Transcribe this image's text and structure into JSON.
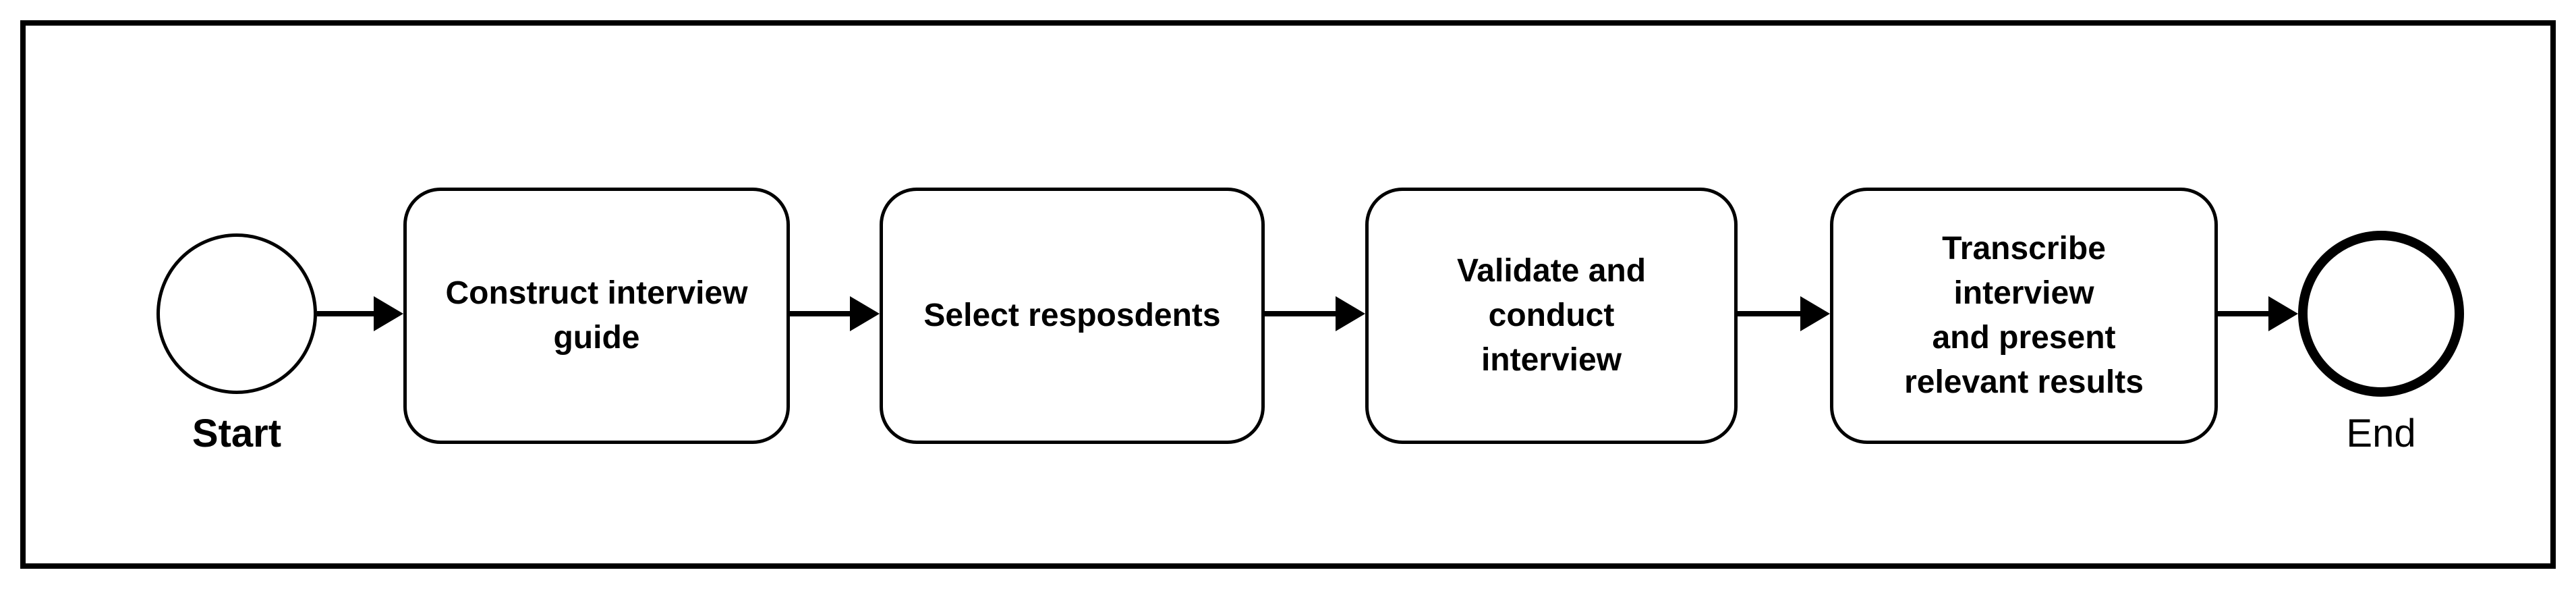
{
  "diagram": {
    "type": "flowchart",
    "background_color": "#ffffff",
    "stroke_color": "#000000",
    "start_event": {
      "label": "Start",
      "shape": "thin-circle"
    },
    "end_event": {
      "label": "End",
      "shape": "thick-circle"
    },
    "tasks": [
      {
        "label": "Construct interview\nguide"
      },
      {
        "label": "Select resposdents"
      },
      {
        "label": "Validate and\nconduct\ninterview"
      },
      {
        "label": "Transcribe\ninterview\nand present\nrelevant results"
      }
    ],
    "edges": [
      {
        "from": "Start",
        "to": "Construct interview guide"
      },
      {
        "from": "Construct interview guide",
        "to": "Select resposdents"
      },
      {
        "from": "Select resposdents",
        "to": "Validate and conduct interview"
      },
      {
        "from": "Validate and conduct interview",
        "to": "Transcribe interview and present relevant results"
      },
      {
        "from": "Transcribe interview and present relevant results",
        "to": "End"
      }
    ]
  }
}
